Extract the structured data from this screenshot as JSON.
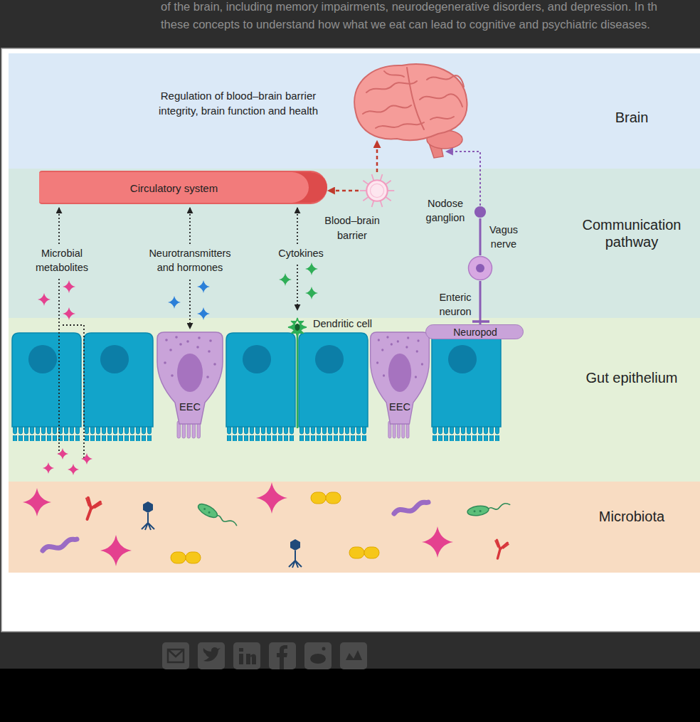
{
  "diagram": {
    "nodes": [
      {
        "text": [
          "Brain"
        ]
      },
      {
        "text": [
          "Communication pathway"
        ]
      },
      {
        "text": [
          "Gut epithelium"
        ]
      },
      {
        "text": [
          "Microbiota"
        ]
      },
      {
        "text": [
          "Circulatory system"
        ],
        "in": 1
      },
      {
        "text": [
          "Blood–brain barrier"
        ],
        "in": 1
      },
      {
        "text": [
          "Nodose ganglion"
        ],
        "in": 1
      },
      {
        "text": [
          "Enteric neuron"
        ],
        "in": 1
      },
      {
        "text": [
          "Dendritic cell"
        ],
        "in": 2
      },
      {
        "text": [
          "EEC"
        ],
        "in": 2
      },
      {
        "text": [
          "EEC"
        ],
        "in": 2
      },
      {
        "text": [
          "Neuropod"
        ],
        "in": 2
      }
    ],
    "edges": [
      {
        "from": 5,
        "to": 4,
        "arrow": "to"
      },
      {
        "from": 5,
        "to": 0,
        "arrow": "to"
      },
      {
        "from": 6,
        "to": 0,
        "arrow": "to"
      },
      {
        "from": 7,
        "to": 6,
        "label": "Vagus nerve",
        "arrow": "none"
      },
      {
        "from": 11,
        "to": 7,
        "arrow": "none"
      }
    ],
    "labels": [
      "of the brain, including memory impairments, neurodegenerative disorders, and depression. In th",
      "these concepts to understand how what we eat can lead to cognitive and psychiatric diseases.",
      "Regulation of blood–brain barrier integrity, brain function and health",
      "Microbial metabolites",
      "Neurotransmitters and hormones",
      "Cytokines"
    ]
  }
}
